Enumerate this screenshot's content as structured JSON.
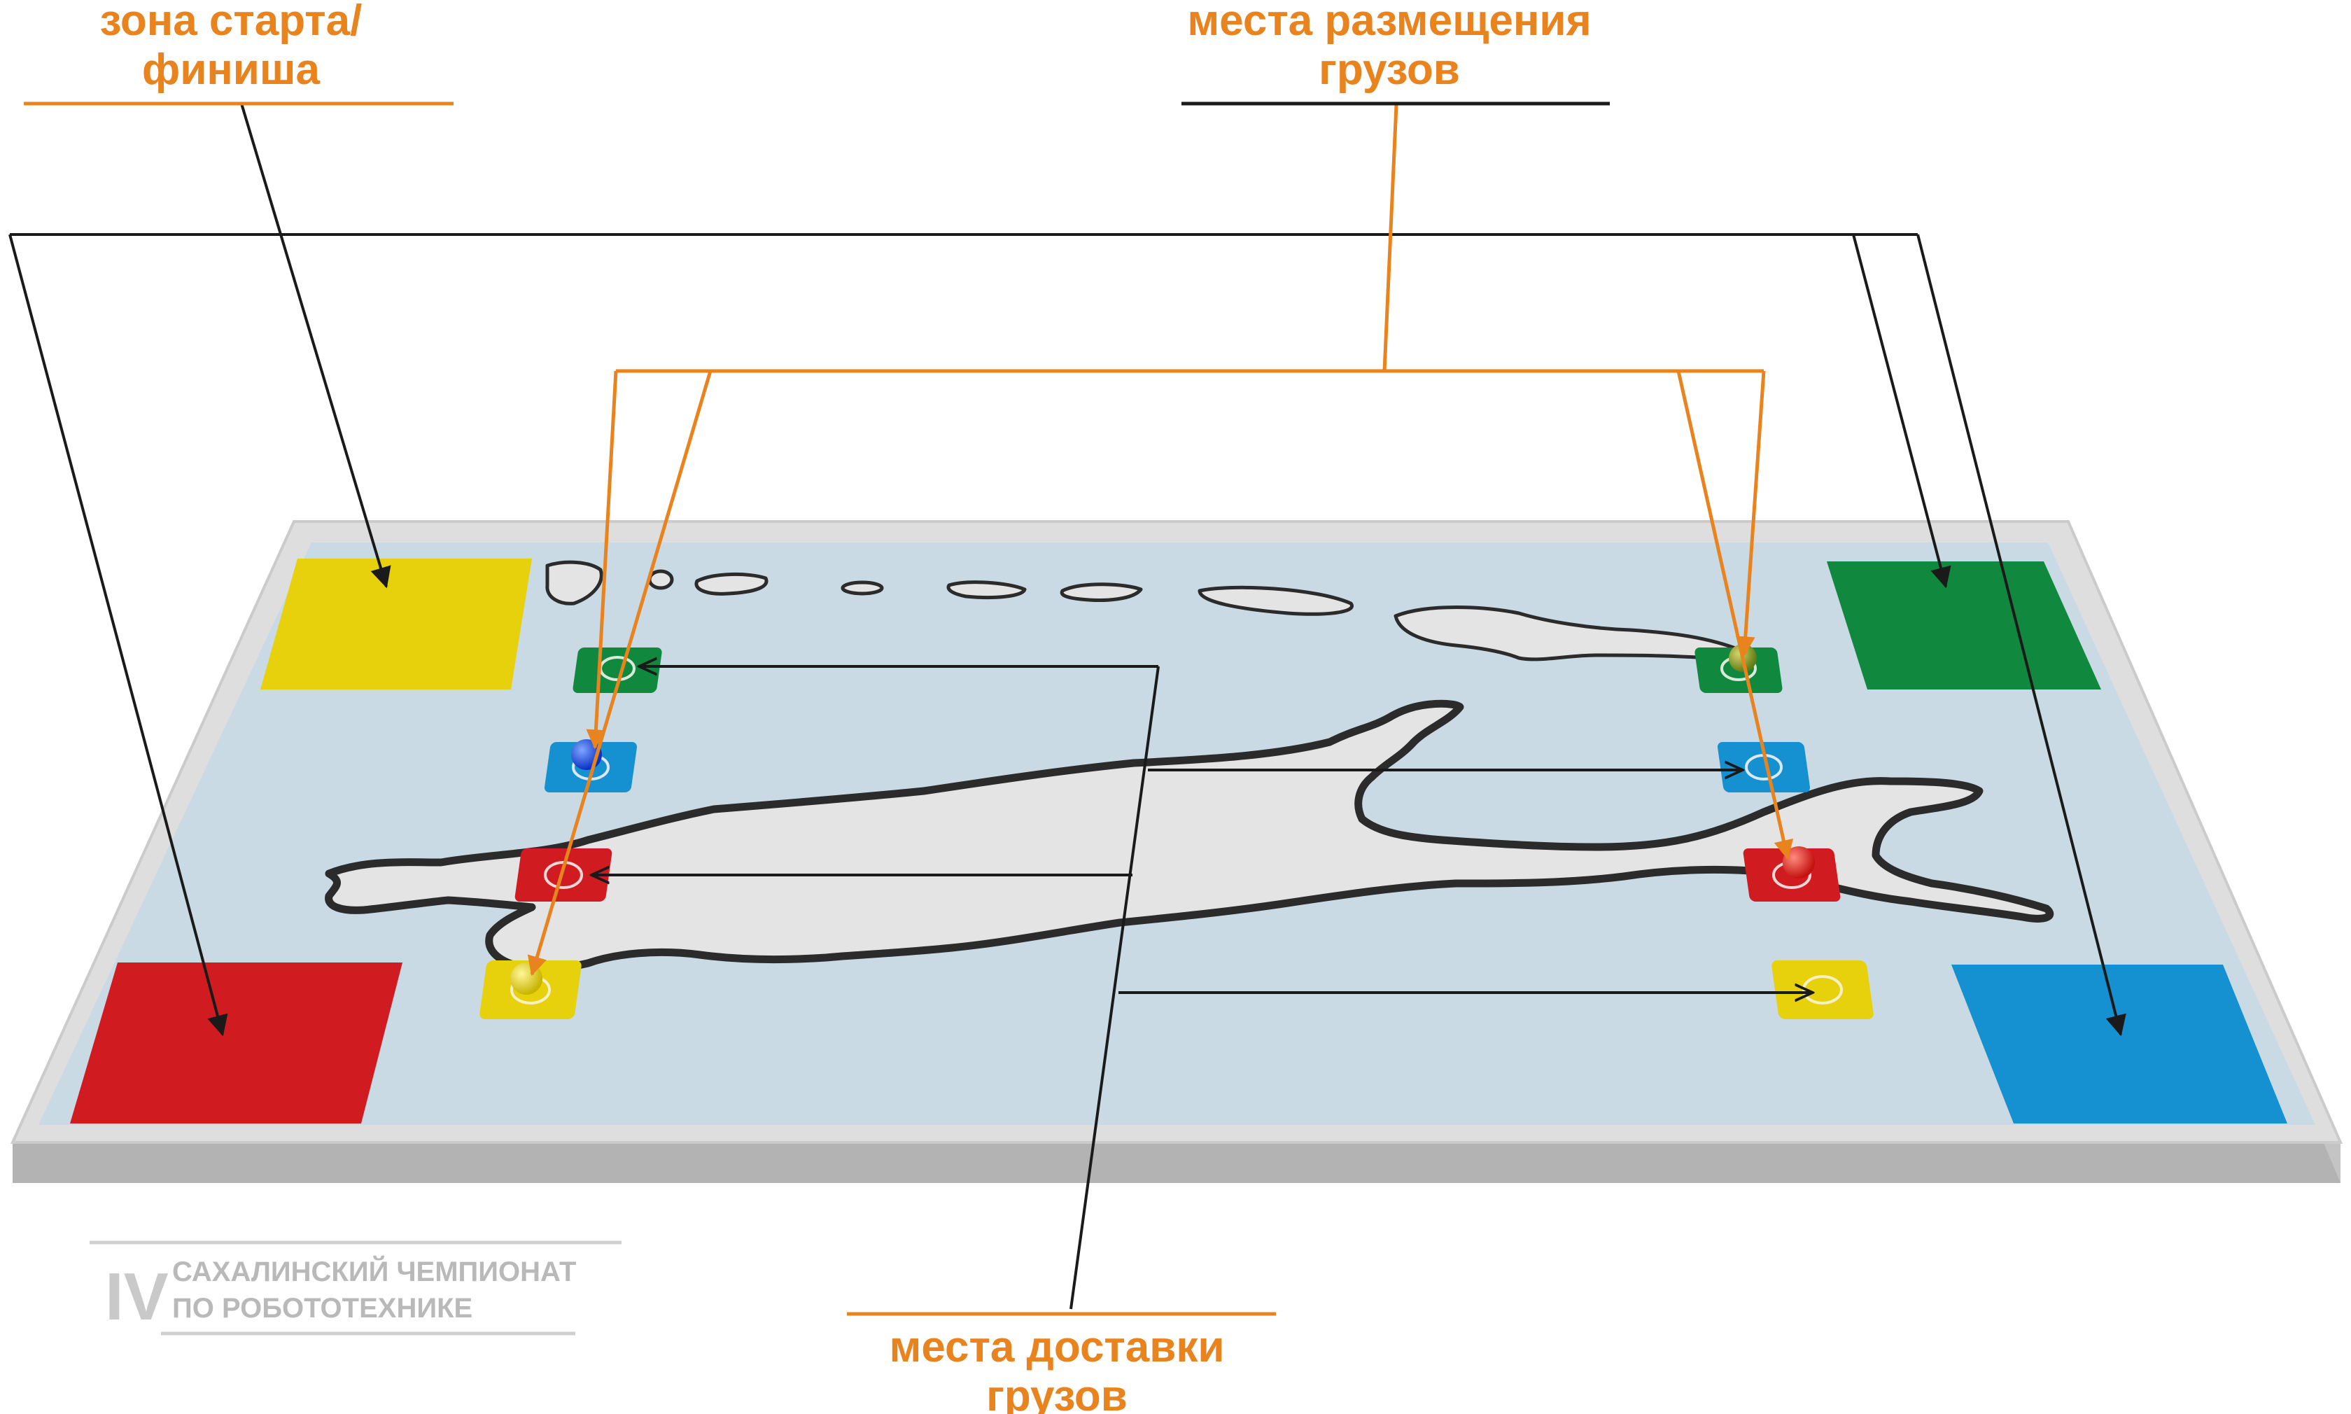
{
  "labels": {
    "start_finish": [
      "зона старта/",
      "финиша"
    ],
    "placement": [
      "места размещения",
      "грузов"
    ],
    "delivery": [
      "места доставки",
      "грузов"
    ]
  },
  "logo": {
    "roman": "IV",
    "line1": "САХАЛИНСКИЙ ЧЕМПИОНАТ",
    "line2": "ПО РОБОТОТЕХНИКЕ"
  },
  "colors": {
    "accent_orange": "#e8831e",
    "yellow": "#e6d10c",
    "green": "#10893e",
    "red": "#d01c20",
    "blue": "#1590d0",
    "field": "#c9dae4",
    "island": "#e4e4e4"
  }
}
